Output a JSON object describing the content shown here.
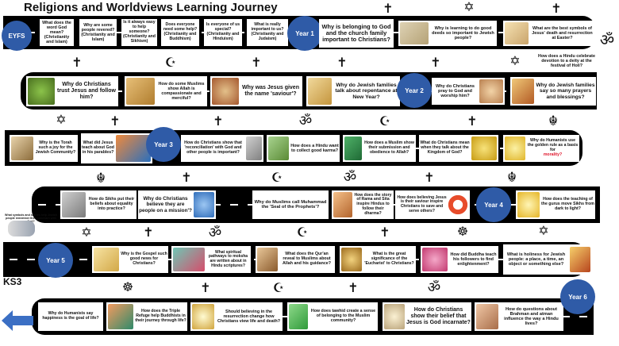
{
  "title": "Religions and Worldviews Learning Journey",
  "stages": {
    "eyfs": "EYFS",
    "year1": "Year 1",
    "year2": "Year 2",
    "year3": "Year 3",
    "year4": "Year 4",
    "year5": "Year 5",
    "year6": "Year 6",
    "ks3": "KS3"
  },
  "questions": {
    "e1": "What does the word God mean? (Christianity and Islam)",
    "e2": "Why are some people revered? (Christianity and Islam)",
    "e3": "Is it always easy to help someone? (Christianity and Sikhism)",
    "e4": "Does everyone need some help? (Christianity and Buddhism)",
    "e5": "Is everyone of us special? (Christianity and Hinduism)",
    "e6": "What is really important to us? (Christianity and Judaism)",
    "y1a": "Why is belonging to God and the church family important to Christians?",
    "y1b": "Why is learning to do good deeds so important to Jewish people?",
    "y1c": "What are the best symbols of Jesus' death and resurrection at Easter?",
    "y1d": "How does a Hindu celebrate devotion to a deity at the festival of Holi?",
    "r2a": "Why do Christians trust Jesus and follow him?",
    "r2b": "How do some Muslims show Allah is compassionate and merciful?",
    "r2c": "Why was Jesus given the name 'saviour'?",
    "r2d": "Why do Jewish families talk about repentance at New Year?",
    "r2e": "Why do Christians pray to God and worship him?",
    "r2f": "Why do Jewish families say so many prayers and blessings?",
    "r3a": "Why is the Torah such a joy for the Jewish Community?",
    "r3b": "What did Jesus teach about God in his parables?",
    "r3c": "How do Christians show that 'reconciliation' with God and other people is important?",
    "r3d": "How does a Hindu want to collect good karma?",
    "r3e": "How does a Muslim show their submission and obedience to Allah?",
    "r3f": "What do Christians mean when they talk about the Kingdom of God?",
    "r3g": "Why do Humanists use the golden rule as a basis for",
    "r3g_em": "morality?",
    "r4a": "How do Sikhs put their beliefs about equality into practice?",
    "r4b": "Why do Christians believe they are people on a mission'?",
    "r4c": "Why do Muslims call Muhammad the 'Seal of the Prophets'?",
    "r4d": "How does the story of Rama and Sita inspire Hindus to follow their dharma?",
    "r4e": "How does believing Jesus is their saviour inspire Christians to save and serve others?",
    "r4f": "How does the teaching of the gurus move Sikhs from dark to light?",
    "r5side": "What symbols and stories help Jewish people remember their covenant with God?",
    "r5a": "Why is the Gospel such good news for Christians?",
    "r5b": "What spiritual pathways to moksha are written about in Hindu scriptures?",
    "r5c": "What does the Qur'an reveal to Muslims about Allah and his guidance?",
    "r5d": "What is the great significance of the 'Eucharist' to Christians?",
    "r5e": "How did Buddha teach his followers to find enlightenment?",
    "r5f": "What is holiness for Jewish people: a place, a time, an object or something else?",
    "r6a": "Why do Humanists say happiness is the goal of life?",
    "r6b": "How does the Triple Refuge help Buddhists in their journey through life?",
    "r6c": "Should believing in the resurrection change how Christians view life and death?",
    "r6d": "How does tawhid create a sense of belonging to the Muslim community?",
    "r6e": "How do Christians show their belief that Jesus is God incarnate?",
    "r6f": "How do questions about Brahman and atman influence the way a Hindu lives?"
  },
  "symbols": [
    "christian-cross",
    "star-of-david",
    "om",
    "crescent",
    "dharma-wheel",
    "khanda"
  ],
  "colors": {
    "road": "#000000",
    "year_circle": "#2f5ba7",
    "arrow": "#3b6fc4",
    "emphasis": "#e0182d"
  }
}
